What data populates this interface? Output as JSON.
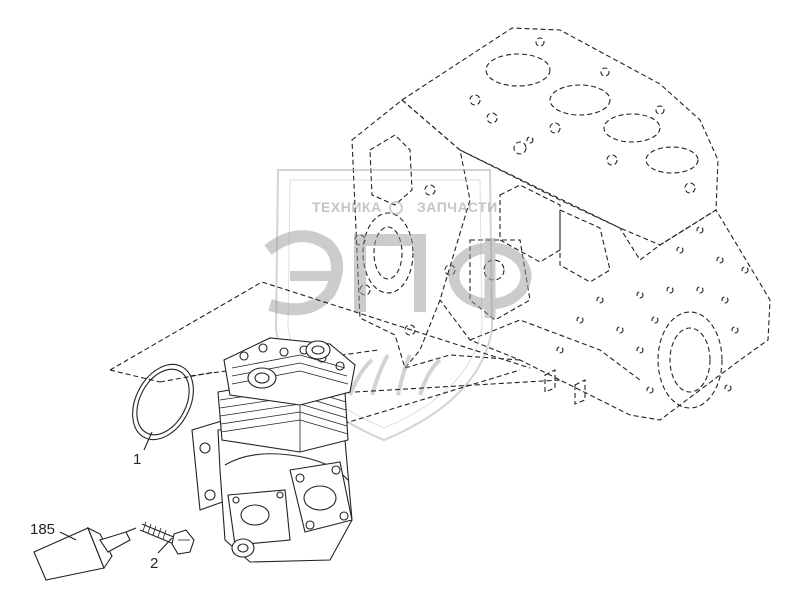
{
  "callouts": {
    "part_1": "1",
    "part_2": "2",
    "part_185": "185"
  },
  "watermark": {
    "left_word": "ТЕХНИКА",
    "right_word": "ЗАПЧАСТИ",
    "logo": "ЭПФ"
  },
  "colors": {
    "line": "#222222",
    "watermark": "#9a9a9a"
  }
}
